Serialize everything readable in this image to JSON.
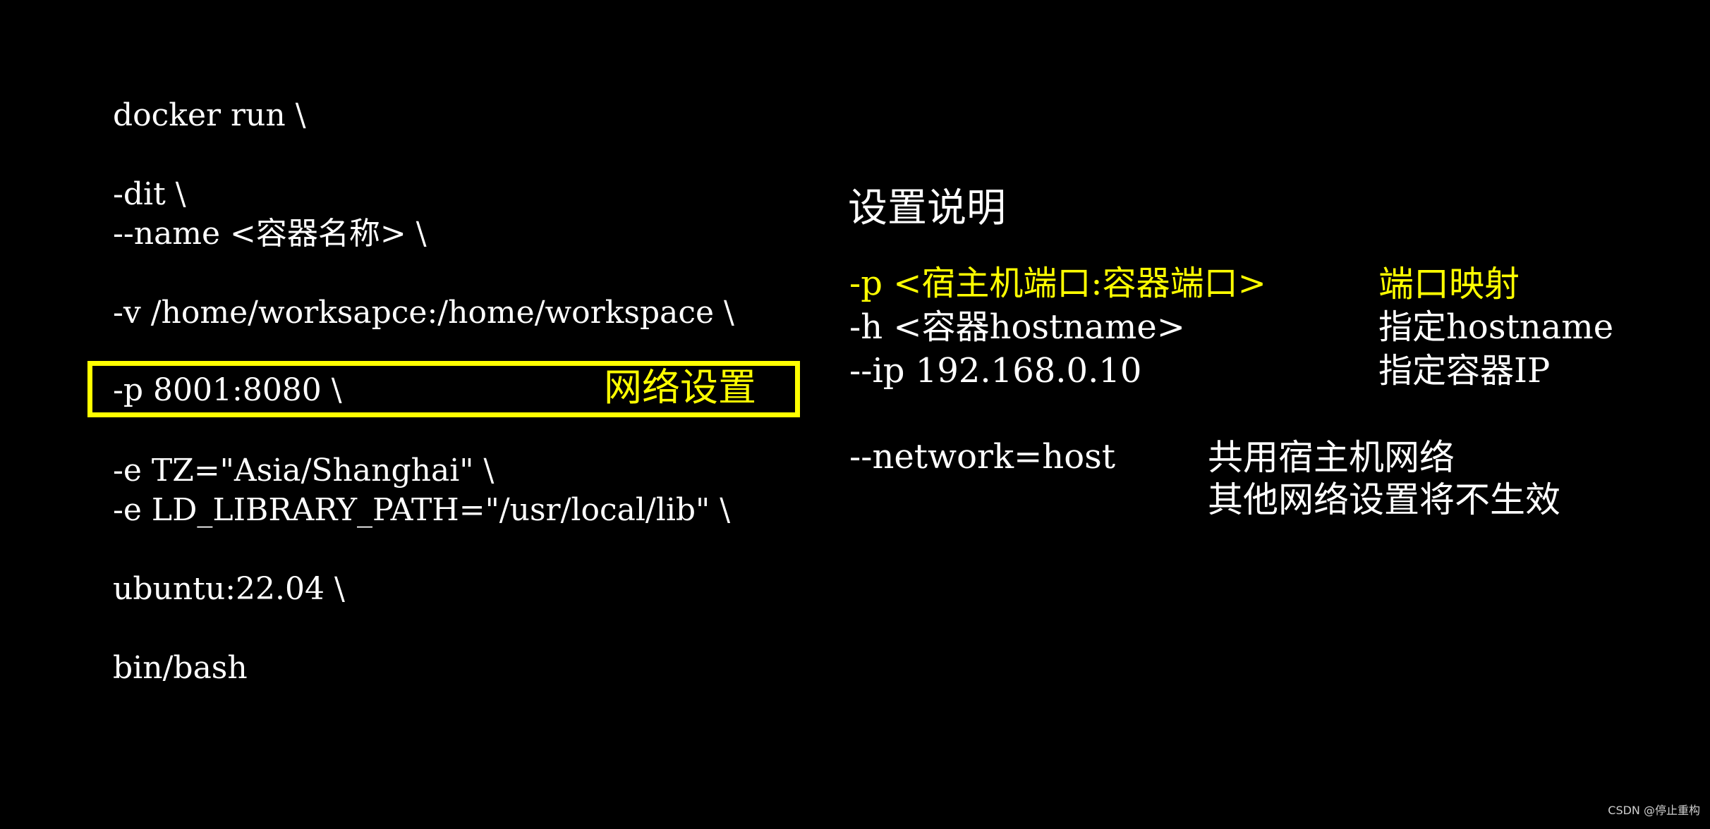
{
  "command": {
    "lines": [
      "docker run \\",
      "-dit \\",
      "--name <容器名称> \\",
      "-v /home/worksapce:/home/workspace \\",
      "-p 8001:8080 \\",
      "-e TZ=\"Asia/Shanghai\" \\",
      "-e LD_LIBRARY_PATH=\"/usr/local/lib\" \\",
      "ubuntu:22.04 \\",
      "bin/bash"
    ],
    "highlight_label": "网络设置"
  },
  "settings": {
    "title": "设置说明",
    "rows": [
      {
        "option": "-p <宿主机端口:容器端口>",
        "desc": "端口映射"
      },
      {
        "option": "-h <容器hostname>",
        "desc": "指定hostname"
      },
      {
        "option": "--ip 192.168.0.10",
        "desc": "指定容器IP"
      }
    ],
    "network": {
      "option": "--network=host",
      "desc_line1": "共用宿主机网络",
      "desc_line2": "其他网络设置将不生效"
    }
  },
  "colors": {
    "background": "#000000",
    "text": "#ffffff",
    "highlight": "#ffff00"
  },
  "watermark": "CSDN @停止重构"
}
